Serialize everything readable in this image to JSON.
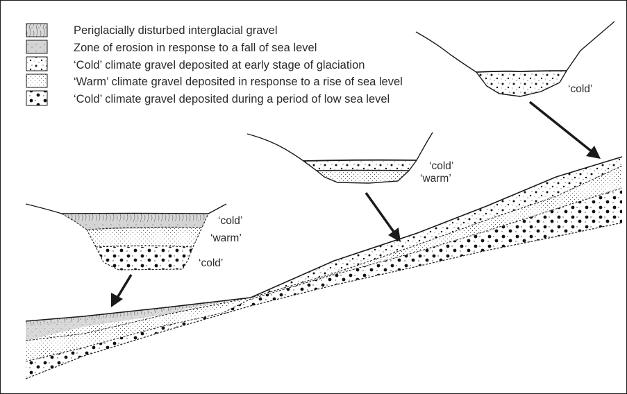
{
  "legend": {
    "items": [
      {
        "key": "periglacial",
        "label": "Periglacially disturbed interglacial gravel"
      },
      {
        "key": "erosion",
        "label": "Zone of erosion in response to a fall of sea level"
      },
      {
        "key": "cold_early",
        "label": "‘Cold’ climate gravel deposited at early stage of glaciation"
      },
      {
        "key": "warm",
        "label": "‘Warm’ climate gravel deposited in response to a rise of sea level"
      },
      {
        "key": "cold_low",
        "label": "‘Cold’ climate gravel deposited during a period of low sea level"
      }
    ]
  },
  "sections": {
    "right": {
      "label_cold": "‘cold’"
    },
    "middle": {
      "label_cold": "‘cold’",
      "label_warm": "‘warm’"
    },
    "left": {
      "label_cold_top": "‘cold’",
      "label_warm": "‘warm’",
      "label_cold_bottom": "‘cold’"
    }
  },
  "colors": {
    "line": "#1a1a1a",
    "erosion_fill": "#d4d4d4",
    "dot": "#1a1a1a"
  },
  "icons": {
    "arrow": "down-right-arrow",
    "arrow_left": "down-left-arrow"
  }
}
